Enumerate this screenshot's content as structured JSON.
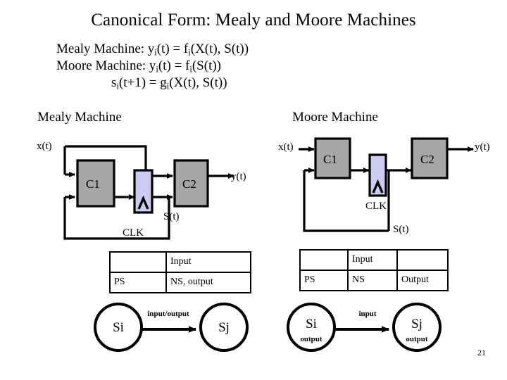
{
  "slide": {
    "title": "Canonical Form: Mealy and Moore Machines",
    "page_number": "21"
  },
  "formulas": {
    "line1_prefix": "Mealy Machine: y",
    "line1_sub": "i",
    "line1_mid": "(t) = f",
    "line1_sub2": "i",
    "line1_suffix": "(X(t), S(t))",
    "line2_prefix": "Moore Machine: y",
    "line2_sub": "i",
    "line2_mid": "(t) = f",
    "line2_sub2": "i",
    "line2_suffix": "(S(t))",
    "line3_prefix": "s",
    "line3_sub": "i",
    "line3_mid": "(t+1) = g",
    "line3_sub2": "i",
    "line3_suffix": "(X(t), S(t))"
  },
  "mealy": {
    "heading": "Mealy Machine",
    "blocks": {
      "c1": "C1",
      "c2": "C2",
      "flipflop": "Λ"
    },
    "signals": {
      "input": "x(t)",
      "output": "y(t)",
      "state": "S(t)",
      "clock": "CLK"
    },
    "table": {
      "corner": "",
      "input_header": "Input",
      "ps_label": "PS",
      "cell": "NS, output"
    },
    "state_graph": {
      "from_state": "Si",
      "to_state": "Sj",
      "edge_label": "input/output"
    }
  },
  "moore": {
    "heading": "Moore Machine",
    "blocks": {
      "c1": "C1",
      "c2": "C2",
      "flipflop": "Λ"
    },
    "signals": {
      "input": "x(t)",
      "output": "y(t)",
      "state": "S(t)",
      "clock": "CLK"
    },
    "table": {
      "corner1": "",
      "input_header": "Input",
      "corner2": "",
      "ps_label": "PS",
      "ns_label": "NS",
      "output_label": "Output"
    },
    "state_graph": {
      "from_state": "Si",
      "from_output": "output",
      "to_state": "Sj",
      "to_output": "output",
      "edge_label": "input"
    }
  },
  "colors": {
    "combinational_block": "#a6a6a6",
    "register_block": "#ccccf2",
    "line": "#000000",
    "background": "#ffffff"
  }
}
